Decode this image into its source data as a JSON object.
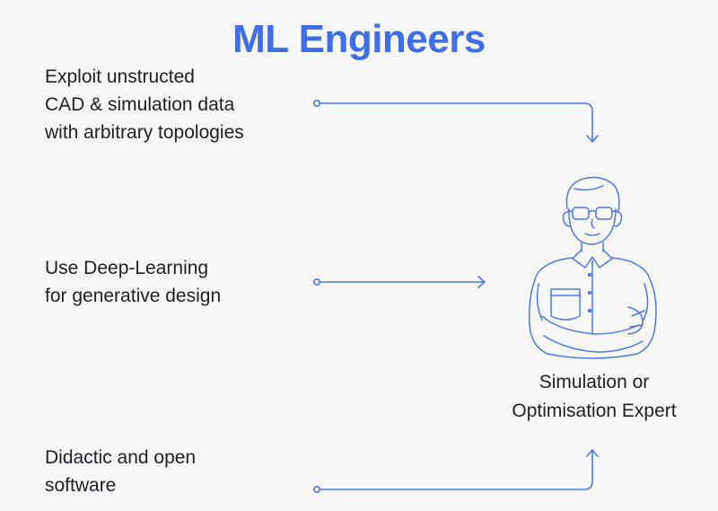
{
  "title": "ML Engineers",
  "items": [
    {
      "lines": [
        "Exploit unstructed",
        "CAD & simulation data",
        "with arbitrary topologies"
      ]
    },
    {
      "lines": [
        "Use Deep-Learning",
        "for generative design"
      ]
    },
    {
      "lines": [
        "Didactic and open",
        "software"
      ]
    }
  ],
  "persona": {
    "lines": [
      "Simulation or",
      "Optimisation Expert"
    ],
    "icon": "person-illustration-icon"
  },
  "colors": {
    "accent": "#3f6fe8",
    "line": "#4f78e6",
    "text": "#1f1f26",
    "background": "#f7f7f8"
  }
}
